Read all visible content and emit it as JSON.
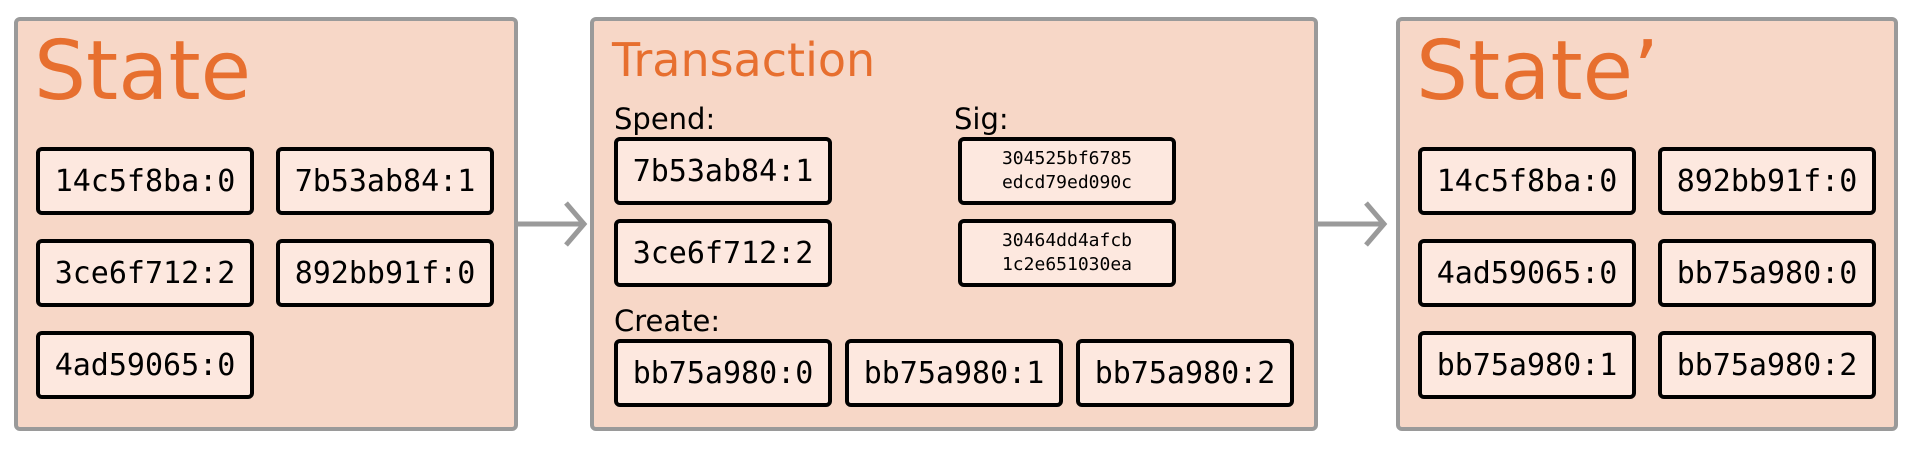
{
  "state": {
    "title": "State",
    "outputs": [
      "14c5f8ba:0",
      "7b53ab84:1",
      "3ce6f712:2",
      "892bb91f:0",
      "4ad59065:0"
    ]
  },
  "transaction": {
    "title": "Transaction",
    "spend": {
      "label": "Spend:",
      "inputs": [
        "7b53ab84:1",
        "3ce6f712:2"
      ]
    },
    "sig": {
      "label": "Sig:",
      "signatures": [
        {
          "line1": "304525bf6785",
          "line2": "edcd79ed090c"
        },
        {
          "line1": "30464dd4afcb",
          "line2": "1c2e651030ea"
        }
      ]
    },
    "create": {
      "label": "Create:",
      "outputs": [
        "bb75a980:0",
        "bb75a980:1",
        "bb75a980:2"
      ]
    }
  },
  "state_next": {
    "title": "State’",
    "outputs": [
      "14c5f8ba:0",
      "892bb91f:0",
      "4ad59065:0",
      "bb75a980:0",
      "bb75a980:1",
      "bb75a980:2"
    ]
  },
  "colors": {
    "panel_fill": "#f7d7c7",
    "panel_border": "#9a9a9a",
    "title": "#e76f2f",
    "box_border": "#000000",
    "arrow": "#9a9a9a"
  }
}
